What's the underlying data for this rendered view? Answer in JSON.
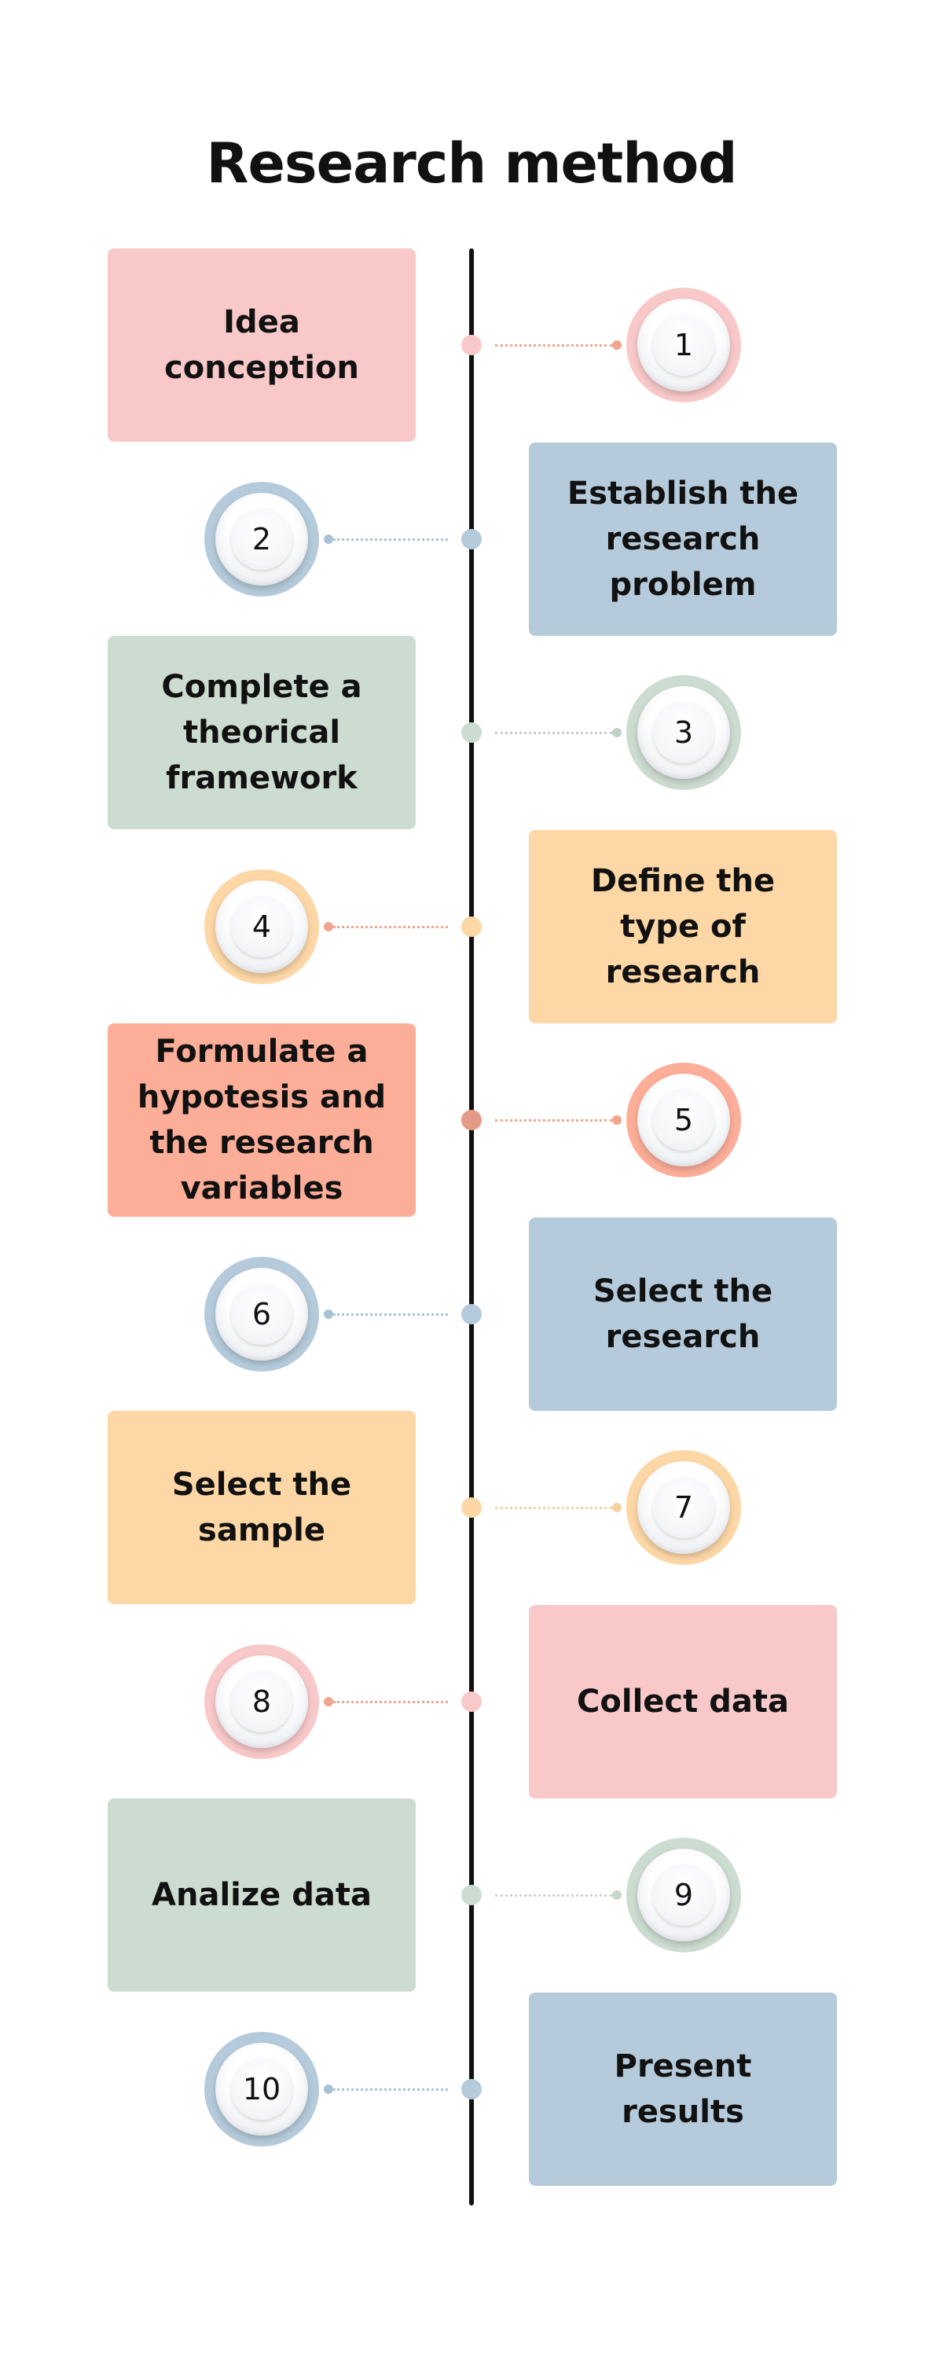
{
  "title": "Research method",
  "colors": {
    "pink": "#f9c9c9",
    "blue": "#b5cbdb",
    "green": "#cddcd1",
    "orange": "#fdd7a6",
    "salmon": "#fdae98",
    "axis": "#111111"
  },
  "steps": [
    {
      "number": "1",
      "label": "Idea\nconception",
      "color": "#f9c9c9",
      "dot": "#f9c9c9",
      "connector": "#f2a58c",
      "side": "left"
    },
    {
      "number": "2",
      "label": "Establish the\nresearch\nproblem",
      "color": "#b5cbdb",
      "dot": "#b5cbdb",
      "connector": "#a9c3d6",
      "side": "right"
    },
    {
      "number": "3",
      "label": "Complete a\ntheorical\nframework",
      "color": "#cddcd1",
      "dot": "#cddcd1",
      "connector": "#bfd2c5",
      "side": "left"
    },
    {
      "number": "4",
      "label": "Define the\ntype of\nresearch",
      "color": "#fdd7a6",
      "dot": "#fdd7a6",
      "connector": "#f2a58c",
      "side": "right"
    },
    {
      "number": "5",
      "label": "Formulate a\nhypotesis and\nthe research\nvariables",
      "color": "#fdae98",
      "dot": "#e59a88",
      "connector": "#f2a58c",
      "side": "left"
    },
    {
      "number": "6",
      "label": "Select the\nresearch",
      "color": "#b5cbdb",
      "dot": "#b5cbdb",
      "connector": "#a9c3d6",
      "side": "right"
    },
    {
      "number": "7",
      "label": "Select the\nsample",
      "color": "#fdd7a6",
      "dot": "#fdd7a6",
      "connector": "#f6d2a2",
      "side": "left"
    },
    {
      "number": "8",
      "label": "Collect data",
      "color": "#f9c9c9",
      "dot": "#f9c9c9",
      "connector": "#f2a58c",
      "side": "right"
    },
    {
      "number": "9",
      "label": "Analize data",
      "color": "#cddcd1",
      "dot": "#cddcd1",
      "connector": "#c8d6cc",
      "side": "left"
    },
    {
      "number": "10",
      "label": "Present\nresults",
      "color": "#b5cbdb",
      "dot": "#b5cbdb",
      "connector": "#a9c3d6",
      "side": "right"
    }
  ]
}
